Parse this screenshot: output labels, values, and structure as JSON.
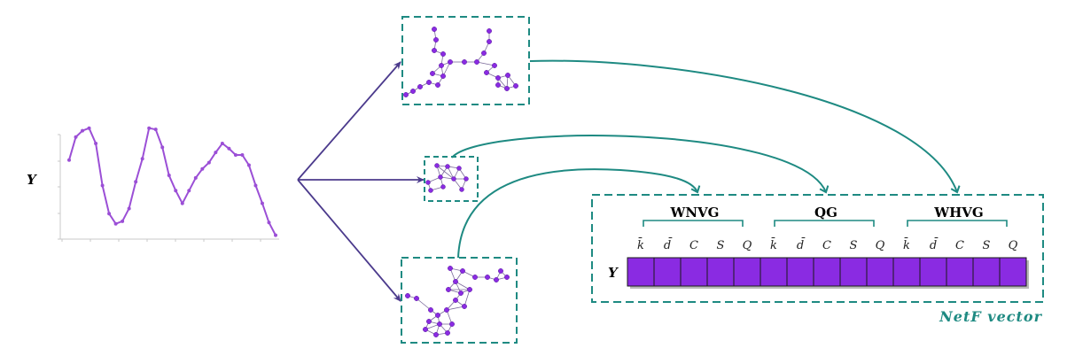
{
  "series_label": "Y",
  "time_series": [
    0.62,
    0.8,
    0.85,
    0.87,
    0.75,
    0.42,
    0.2,
    0.12,
    0.14,
    0.24,
    0.45,
    0.63,
    0.87,
    0.86,
    0.72,
    0.5,
    0.38,
    0.28,
    0.38,
    0.48,
    0.55,
    0.6,
    0.68,
    0.75,
    0.71,
    0.66,
    0.66,
    0.58,
    0.42,
    0.28,
    0.13,
    0.03
  ],
  "vector": {
    "row_label": "Y",
    "groups": [
      {
        "name": "WNVG",
        "features": [
          "k̄",
          "d̄",
          "C",
          "S",
          "Q"
        ]
      },
      {
        "name": "QG",
        "features": [
          "k̄",
          "d̄",
          "C",
          "S",
          "Q"
        ]
      },
      {
        "name": "WHVG",
        "features": [
          "k̄",
          "d̄",
          "C",
          "S",
          "Q"
        ]
      }
    ],
    "label": "NetF vector"
  },
  "colors": {
    "series": "#9b4fd6",
    "node": "#8a2be2",
    "vector_cell": "#8a2be2",
    "teal": "#1e8a82",
    "arrow": "#4b3a8c"
  }
}
